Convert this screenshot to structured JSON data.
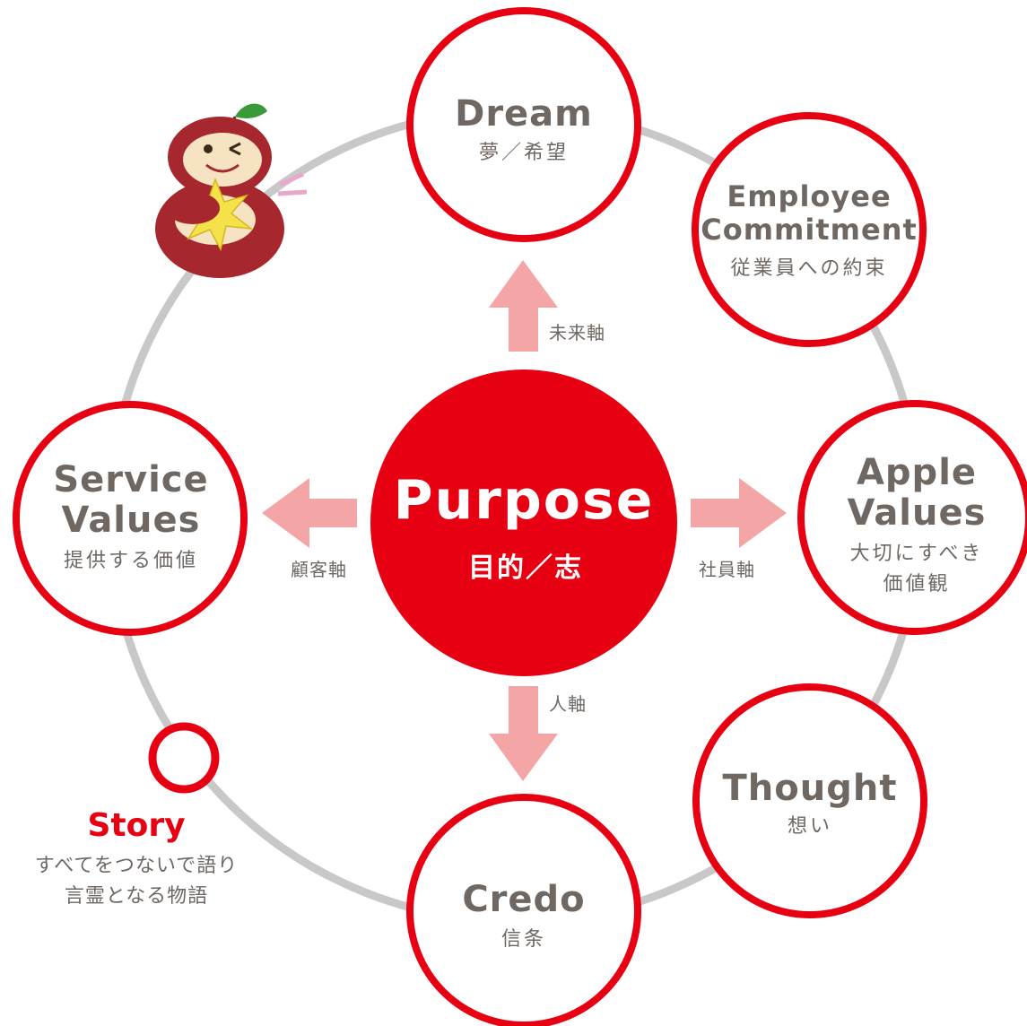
{
  "center": {
    "title": "Purpose",
    "subtitle": "目的／志",
    "color": "#e60012"
  },
  "nodes": {
    "dream": {
      "en": "Dream",
      "jp": "夢／希望"
    },
    "employee": {
      "en_line1": "Employee",
      "en_line2": "Commitment",
      "jp": "従業員への約束"
    },
    "apple": {
      "en_line1": "Apple",
      "en_line2": "Values",
      "jp_line1": "大切にすべき",
      "jp_line2": "価値観"
    },
    "thought": {
      "en": "Thought",
      "jp": "想い"
    },
    "credo": {
      "en": "Credo",
      "jp": "信条"
    },
    "service": {
      "en_line1": "Service",
      "en_line2": "Values",
      "jp": "提供する価値"
    }
  },
  "axes": {
    "future": "未来軸",
    "employee": "社員軸",
    "people": "人軸",
    "customer": "顧客軸"
  },
  "story": {
    "title": "Story",
    "line1": "すべてをつないで語り",
    "line2": "言霊となる物語"
  },
  "colors": {
    "accent": "#e60012",
    "ring": "#c8c8c8",
    "arrow": "#f4a5a5",
    "text": "#6e6762"
  },
  "icons": {
    "mascot": "gorilla-mascot-icon"
  }
}
